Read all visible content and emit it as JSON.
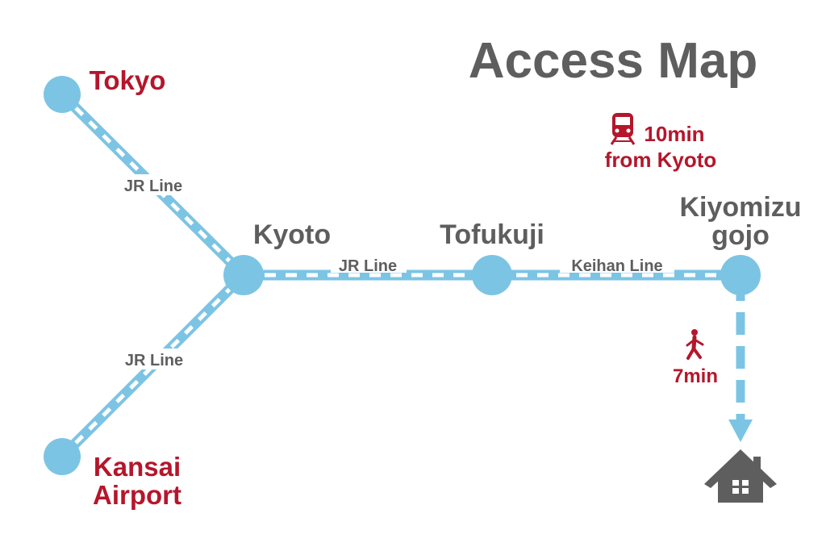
{
  "title": "Access Map",
  "colors": {
    "line": "#7cc4e4",
    "accent": "#b5162b",
    "text": "#5e5e5e"
  },
  "stations": {
    "tokyo": "Tokyo",
    "kansai_1": "Kansai",
    "kansai_2": "Airport",
    "kyoto": "Kyoto",
    "tofukuji": "Tofukuji",
    "kiyomizu_1": "Kiyomizu",
    "kiyomizu_2": "gojo"
  },
  "lines": {
    "tokyo_kyoto": "JR Line",
    "kansai_kyoto": "JR Line",
    "kyoto_tofukuji": "JR Line",
    "tofukuji_kiyomizu": "Keihan Line"
  },
  "train_info": {
    "icon": "train-icon",
    "time": "10min",
    "from": "from Kyoto"
  },
  "walk_info": {
    "icon": "walking-person-icon",
    "time": "7min"
  },
  "destination_icon": "house-icon"
}
